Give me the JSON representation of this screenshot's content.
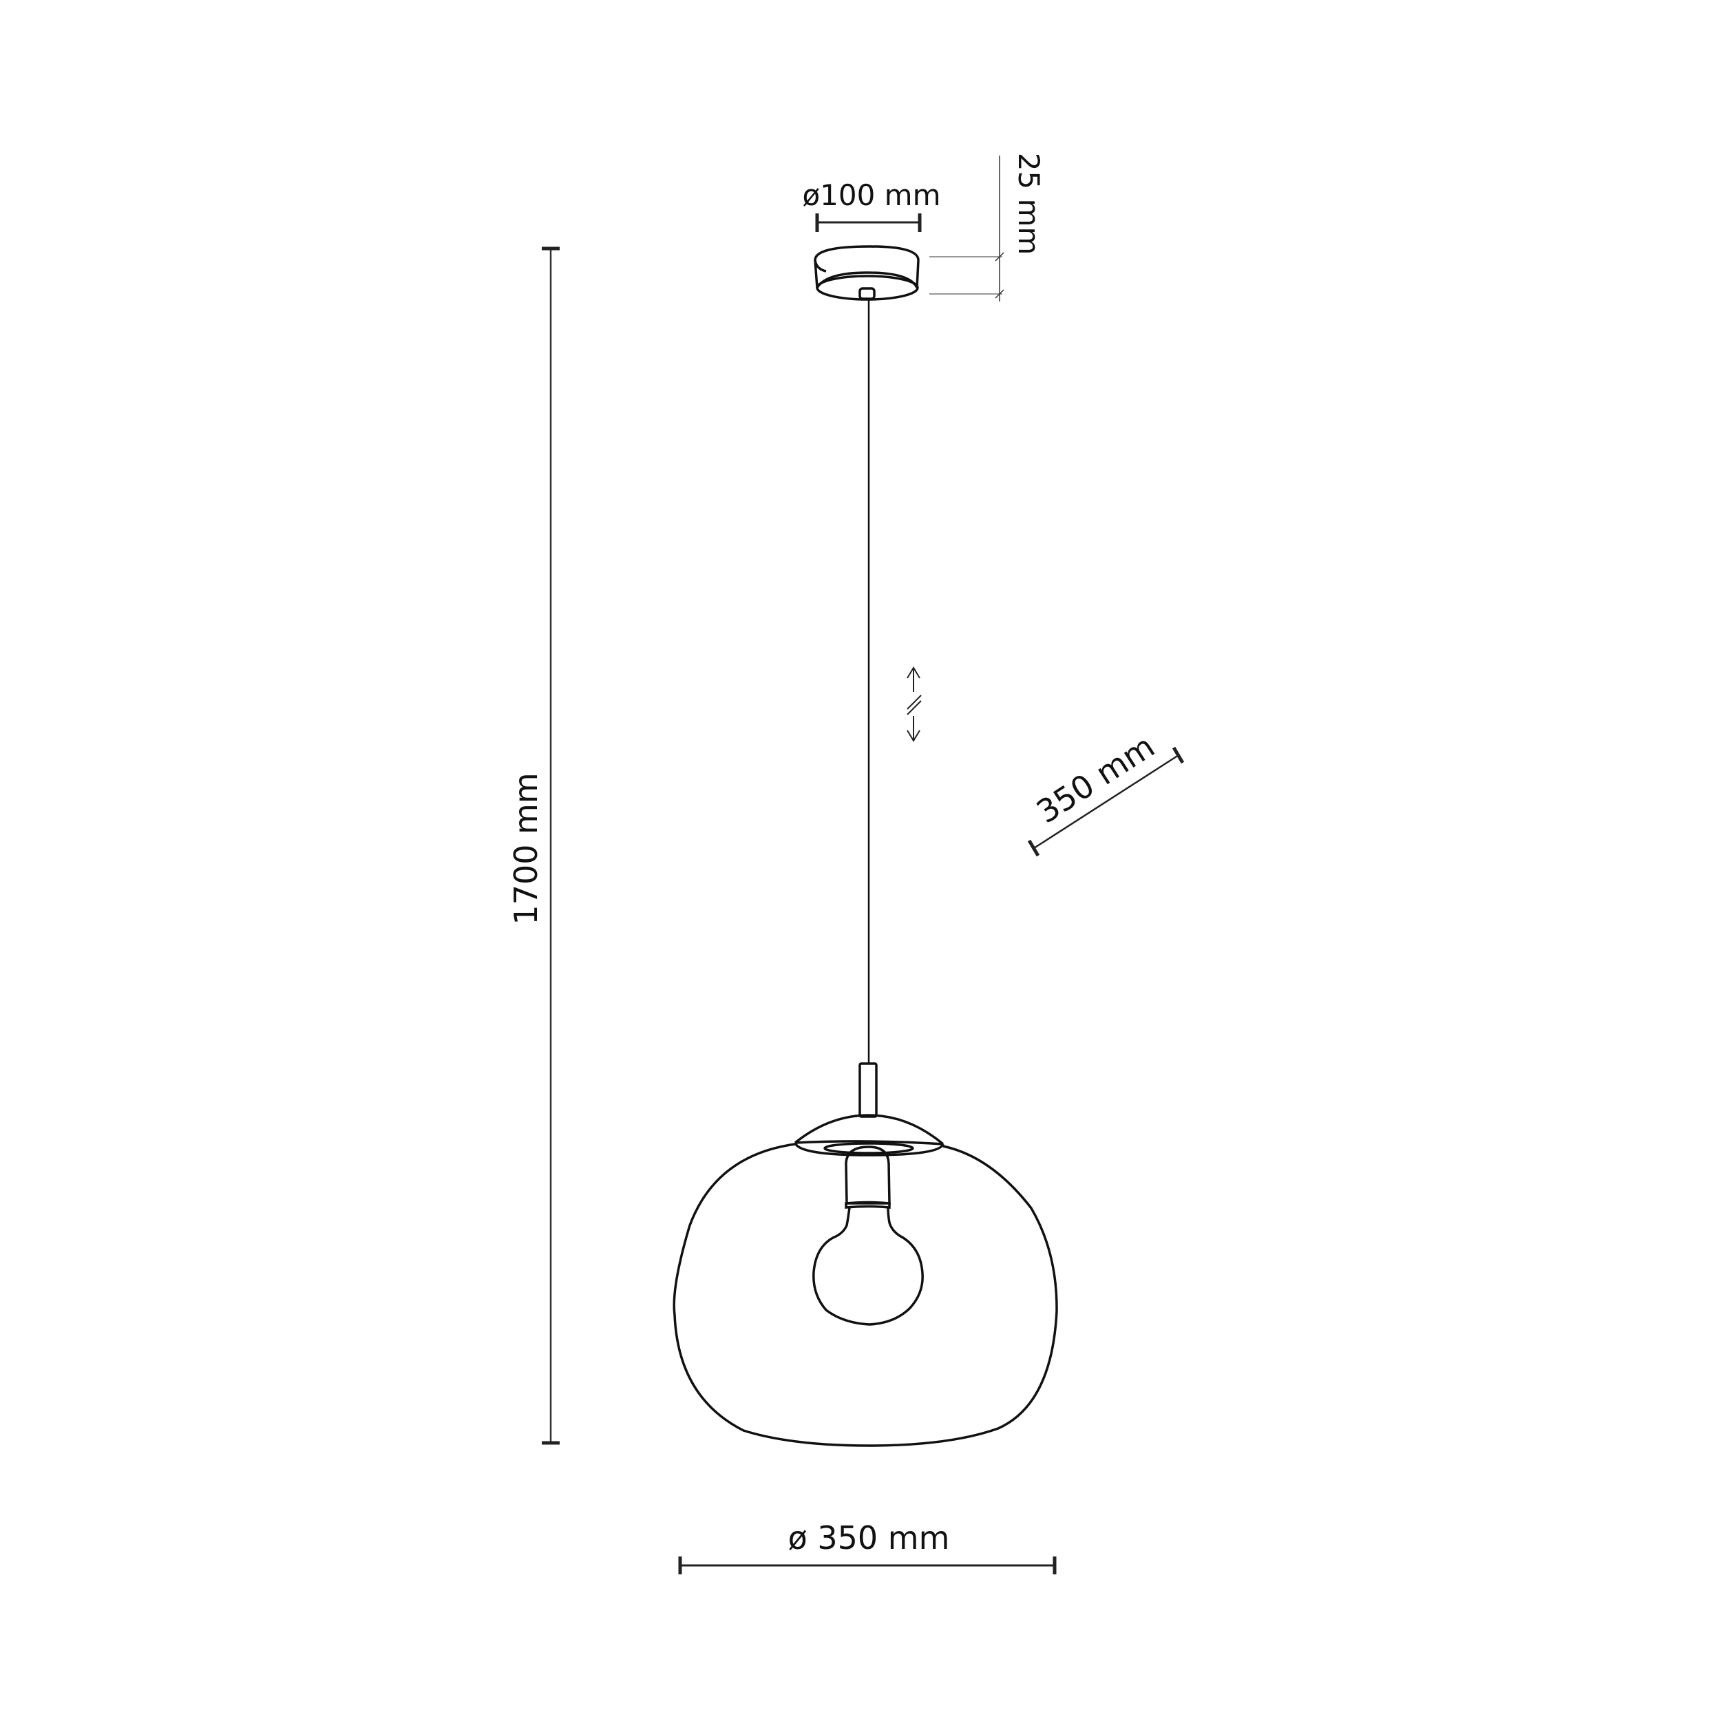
{
  "diagram": {
    "type": "technical-dimension-drawing",
    "subject": "pendant lamp",
    "colors": {
      "line": "#111111",
      "dim_line": "#222222",
      "ext_line": "#666666",
      "background": "#ffffff"
    },
    "dimensions": {
      "canopy_diameter": {
        "label": "ø100 mm",
        "value": 100,
        "unit": "mm"
      },
      "canopy_height": {
        "label": "25 mm",
        "value": 25,
        "unit": "mm"
      },
      "total_height": {
        "label": "1700 mm",
        "value": 1700,
        "unit": "mm"
      },
      "shade_depth": {
        "label": "350 mm",
        "value": 350,
        "unit": "mm"
      },
      "shade_diameter": {
        "label": "ø 350 mm",
        "value": 350,
        "unit": "mm"
      }
    },
    "components": [
      "ceiling-canopy",
      "suspension-cord",
      "cord-adjustment-indicator",
      "socket-tube",
      "dome-cap",
      "lamp-socket",
      "globe-bulb",
      "glass-shade"
    ]
  }
}
